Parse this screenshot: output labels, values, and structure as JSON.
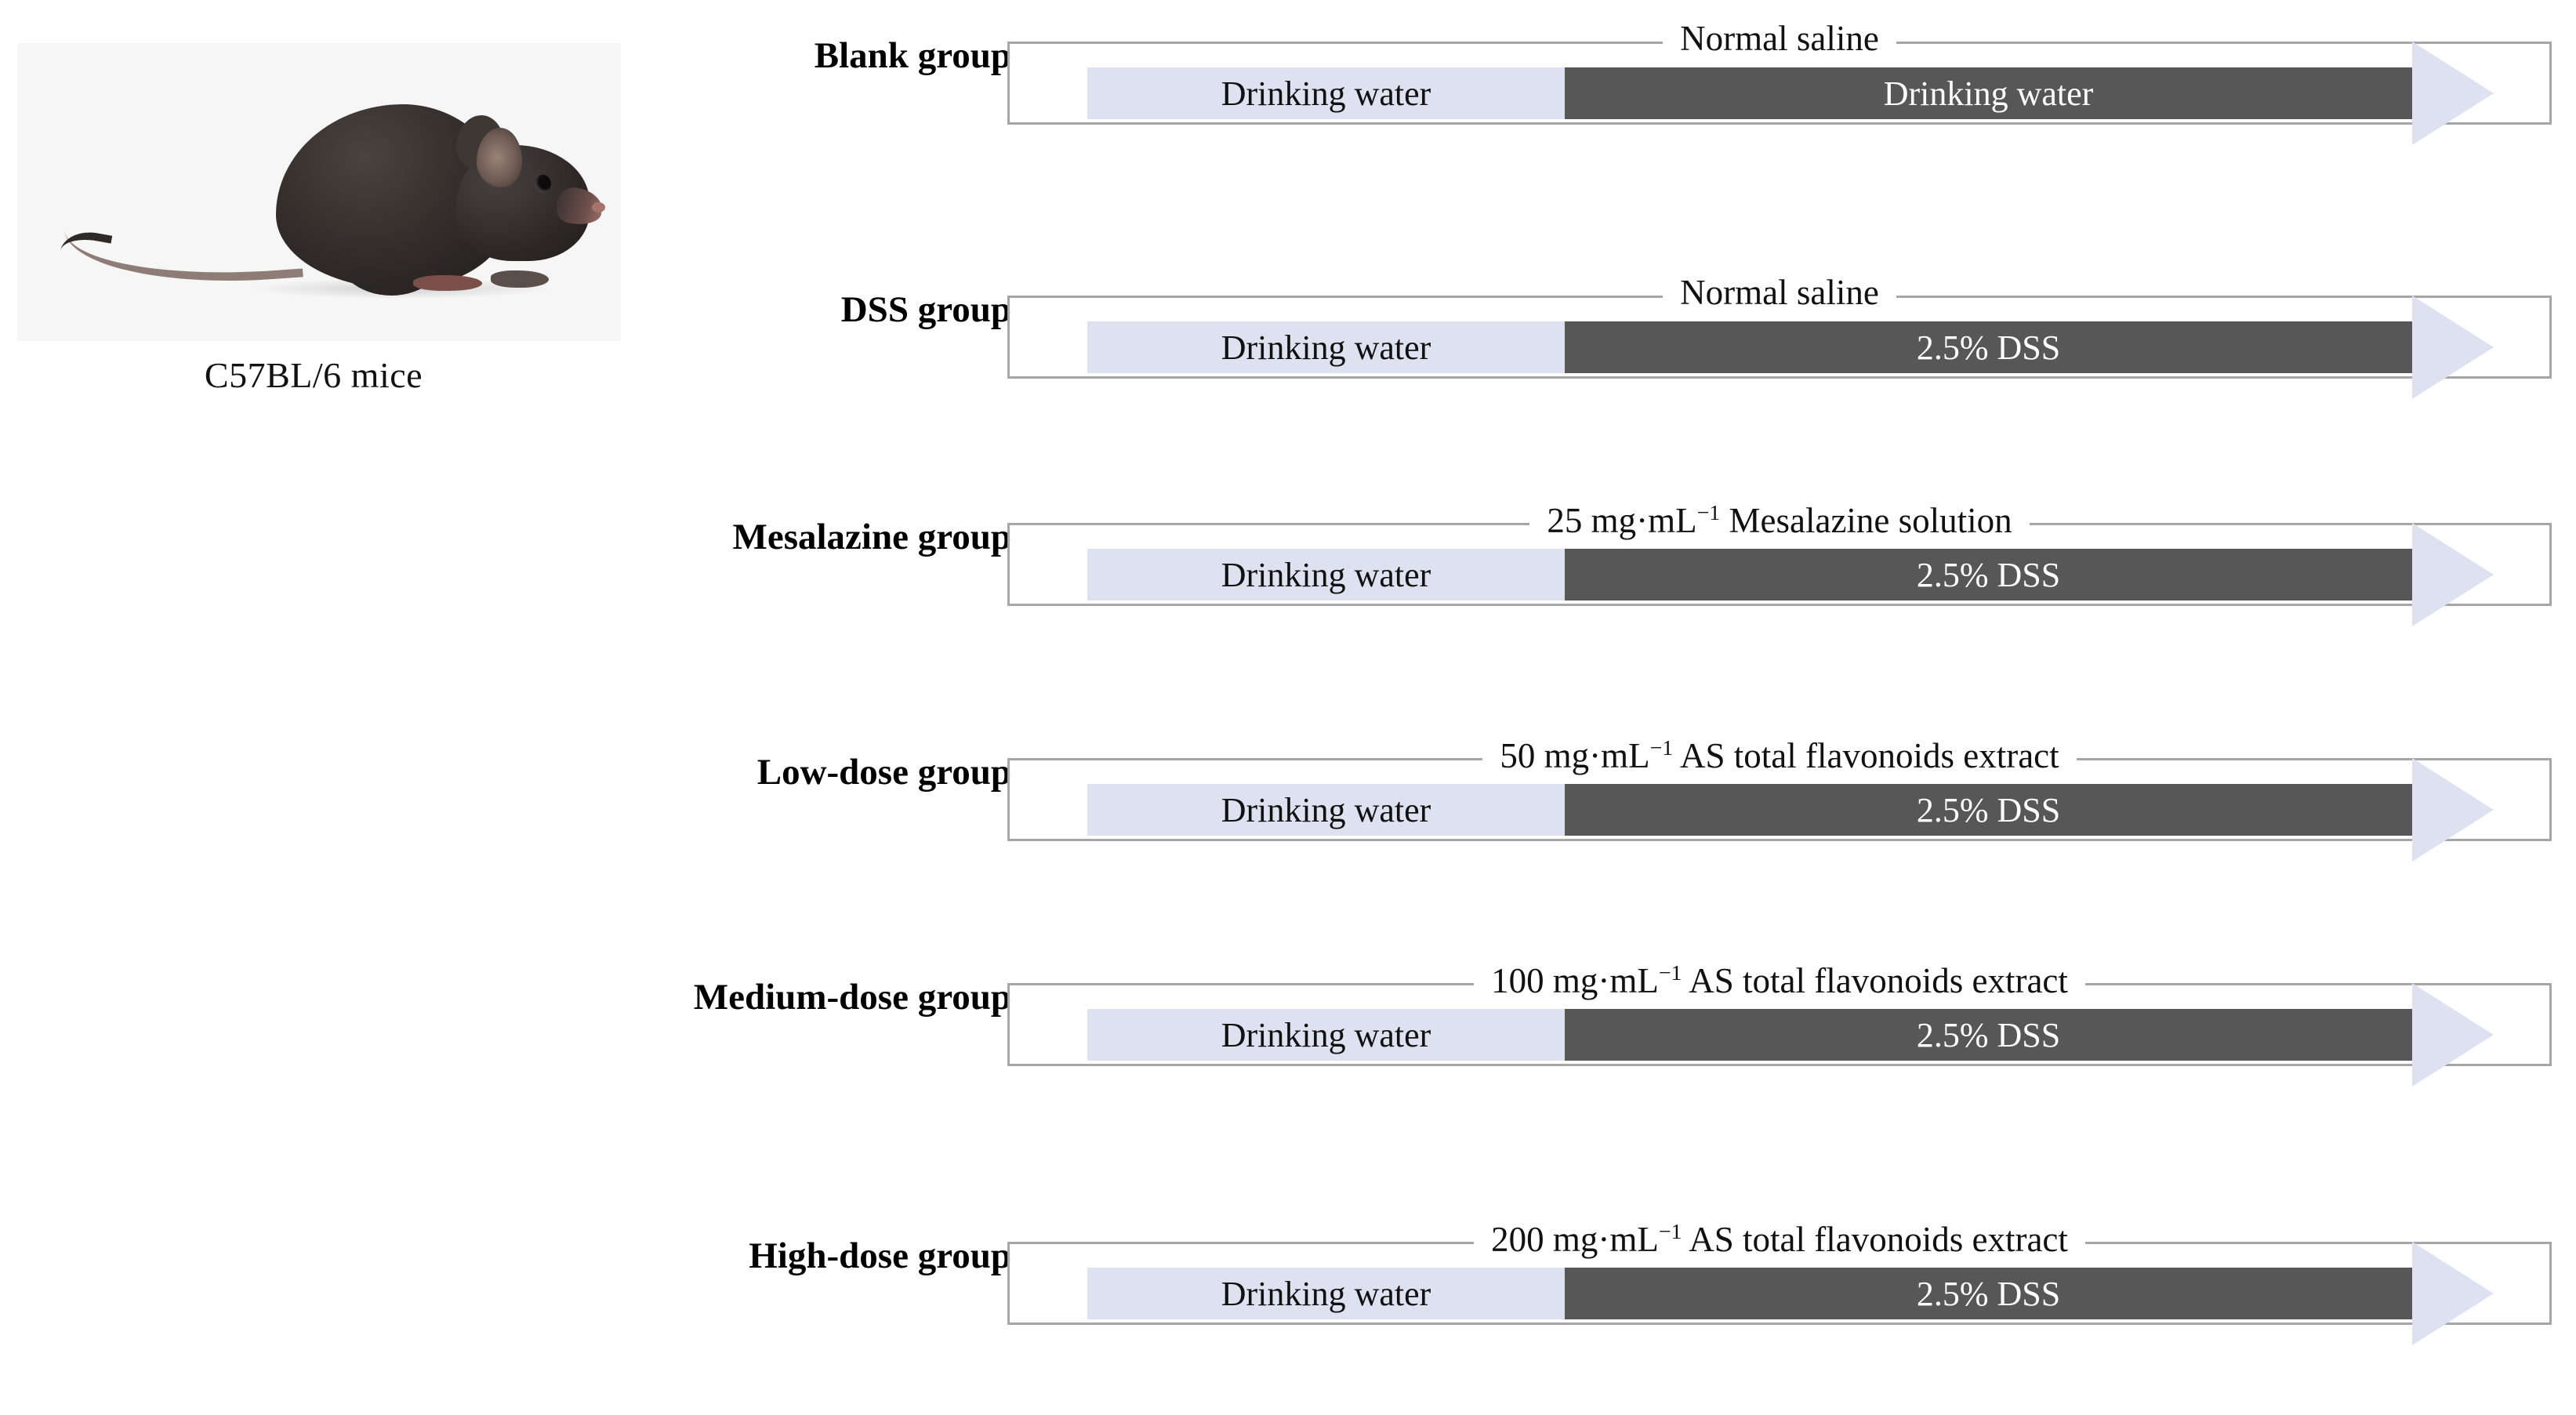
{
  "figure": {
    "animal_panel": {
      "caption": "C57BL/6 mice",
      "photo_alt": "black-mouse-photo"
    },
    "bar_colors": {
      "phase1": "#dee2f0",
      "phase2": "#575757",
      "arrow": "#dee2f0",
      "bracket_line": "#a6a6a6"
    },
    "rows": [
      {
        "group": "Blank group",
        "treatment": "Normal saline",
        "treatment_prefix": "",
        "treatment_sup": "",
        "treatment_suffix": "Normal saline",
        "phase1": "Drinking water",
        "phase2": "Drinking water"
      },
      {
        "group": "DSS group",
        "treatment": "Normal saline",
        "treatment_prefix": "",
        "treatment_sup": "",
        "treatment_suffix": "Normal saline",
        "phase1": "Drinking water",
        "phase2": "2.5% DSS"
      },
      {
        "group": "Mesalazine group",
        "treatment": "25 mg·mL−1 Mesalazine solution",
        "treatment_prefix": "25 mg·mL",
        "treatment_sup": "−1",
        "treatment_suffix": " Mesalazine solution",
        "phase1": "Drinking water",
        "phase2": "2.5% DSS"
      },
      {
        "group": "Low-dose group",
        "treatment": "50 mg·mL−1 AS total flavonoids extract",
        "treatment_prefix": "50 mg·mL",
        "treatment_sup": "−1",
        "treatment_suffix": " AS total flavonoids extract",
        "phase1": "Drinking water",
        "phase2": "2.5% DSS"
      },
      {
        "group": "Medium-dose group",
        "treatment": "100 mg·mL−1 AS total flavonoids extract",
        "treatment_prefix": "100 mg·mL",
        "treatment_sup": "−1",
        "treatment_suffix": " AS total flavonoids extract",
        "phase1": "Drinking water",
        "phase2": "2.5% DSS"
      },
      {
        "group": "High-dose group",
        "treatment": "200 mg·mL−1 AS total flavonoids extract",
        "treatment_prefix": "200 mg·mL",
        "treatment_sup": "−1",
        "treatment_suffix": " AS total flavonoids extract",
        "phase1": "Drinking water",
        "phase2": "2.5% DSS"
      }
    ]
  }
}
